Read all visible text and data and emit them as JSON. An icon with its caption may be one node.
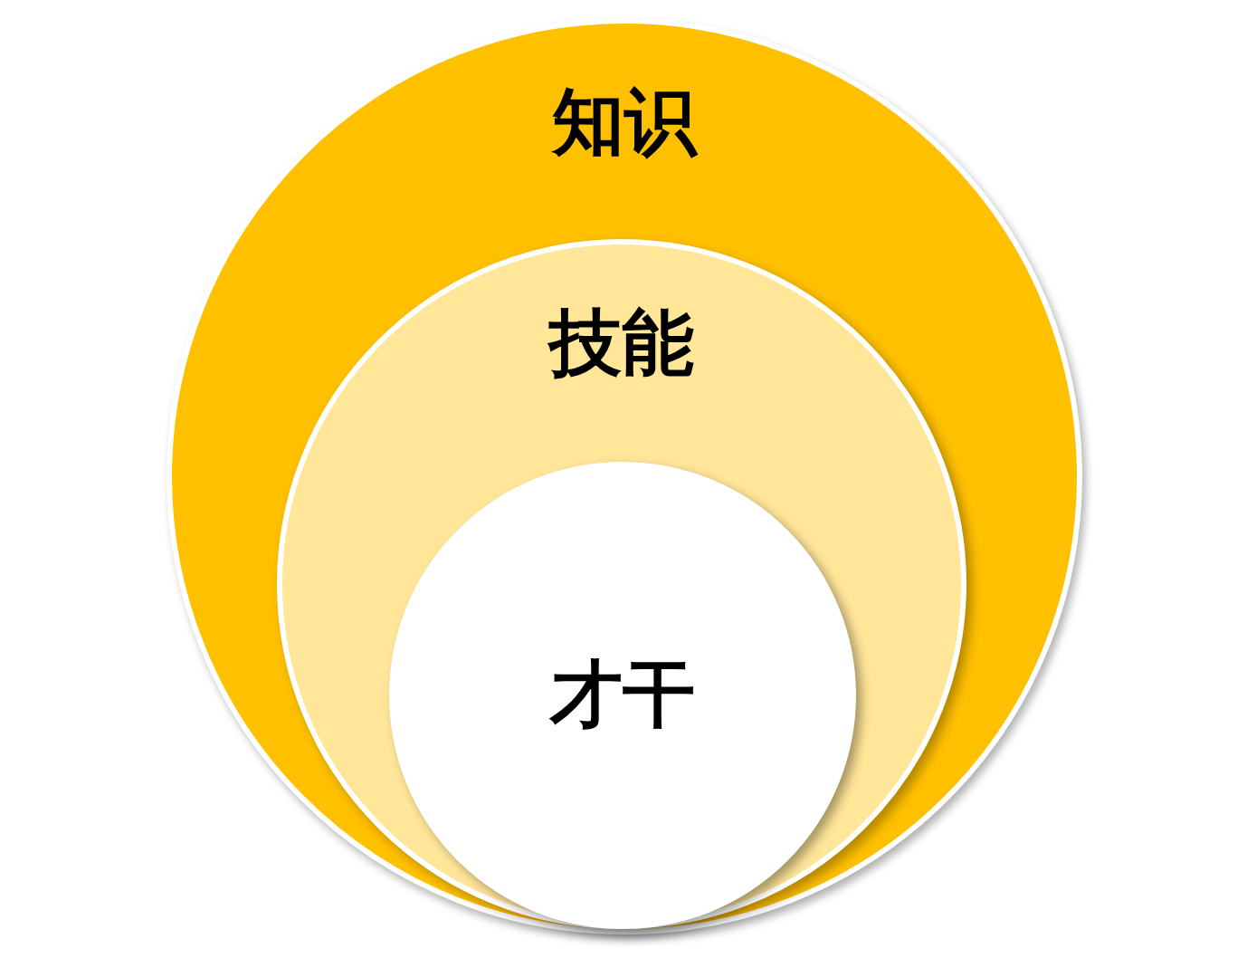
{
  "diagram": {
    "nodes": [
      {
        "text": [
          "知识"
        ]
      },
      {
        "text": [
          "技能"
        ],
        "in": 0
      },
      {
        "text": [
          "才干"
        ],
        "in": 1
      }
    ]
  }
}
